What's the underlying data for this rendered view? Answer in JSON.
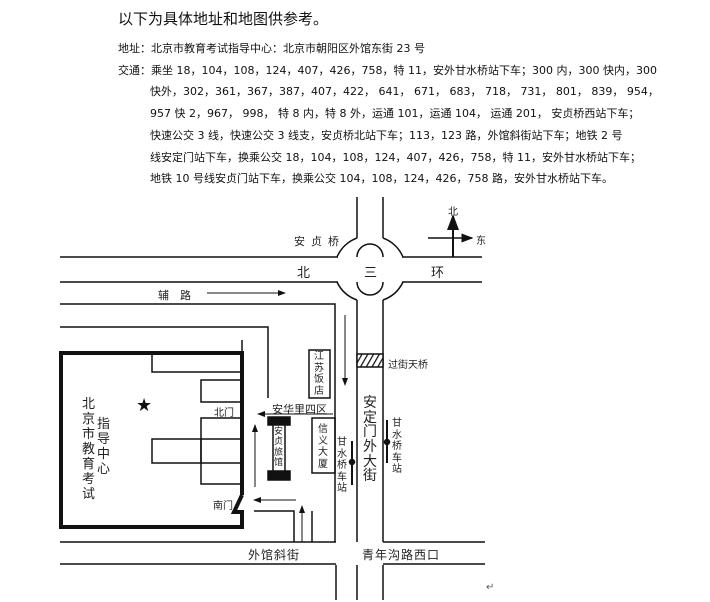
{
  "intro": "以下为具体地址和地图供参考。",
  "address": "地址：北京市教育考试指导中心：北京市朝阳区外馆东街 23 号",
  "transport_lines": [
    "交通：乘坐 18，104，108，124，407，426，758，特 11，安外甘水桥站下车；300 内，300 快内，300",
    "快外，302，361，367，387，407，422， 641， 671， 683， 718， 731， 801， 839， 954，",
    "957 快 2，967， 998， 特 8 内，特 8 外，运通 101，运通 104， 运通 201， 安贞桥西站下车；",
    "快速公交 3 线，快速公交 3 线支，安贞桥北站下车；113，123 路，外馆斜街站下车；地铁 2 号",
    "线安定门站下车，换乘公交 18，104，108，124，407，426，758，特 11，安外甘水桥站下车；",
    "地铁 10 号线安贞门站下车，换乘公交 104，108，124，426，758 路，安外甘水桥站下车。"
  ],
  "map": {
    "compass_north": "北",
    "compass_east": "东",
    "anzhen_bridge": "安贞桥",
    "ring_road": [
      "北",
      "三",
      "环"
    ],
    "side_road": "辅　路",
    "jiangsu_hotel": "江苏饭店",
    "footbridge": "过街天桥",
    "exam_center": "北京市教育考试",
    "guidance_center": "指导中心",
    "north_gate": "北门",
    "south_gate": "南门",
    "anhuali": "安华里四区",
    "anzhen_hotel": "安贞旅馆",
    "xinyi_building": "信义大厦",
    "ganshuiqiao_stop_west": "甘水桥车站",
    "ganshuiqiao_stop_east": "甘水桥车站",
    "andingmen_street": "安定门外大街",
    "waiguan_street": "外馆斜街",
    "qingniangou": "青年沟路西口"
  },
  "paragraph_mark": "↵"
}
